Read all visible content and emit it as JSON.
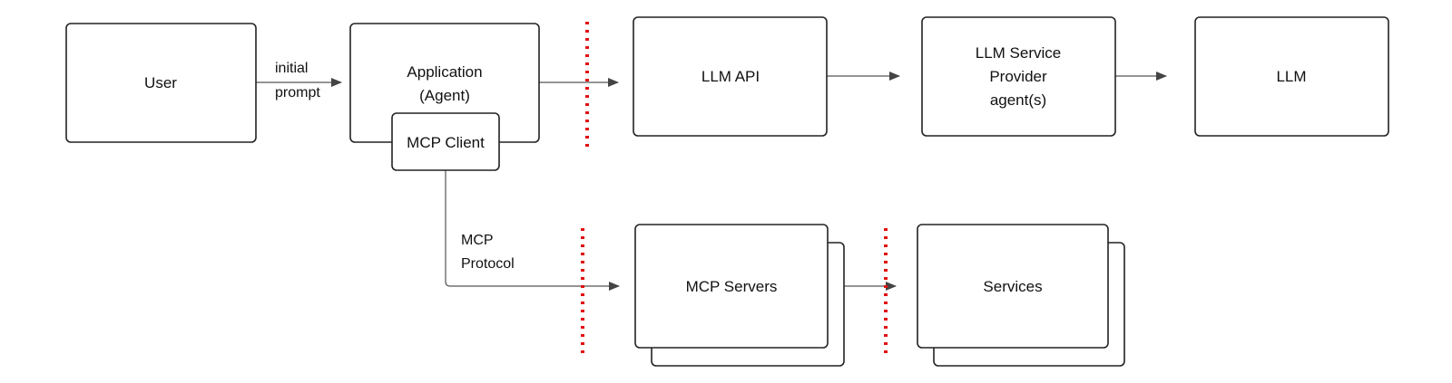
{
  "colors": {
    "box_stroke": "#222222",
    "box_fill": "#ffffff",
    "edge": "#555555",
    "boundary": "#e01010"
  },
  "nodes": {
    "user": "User",
    "application": [
      "Application",
      "(Agent)"
    ],
    "mcp_client": "MCP Client",
    "llm_api": "LLM API",
    "llm_service_provider": [
      "LLM Service",
      "Provider",
      "agent(s)"
    ],
    "llm": "LLM",
    "mcp_servers": "MCP Servers",
    "services": "Services"
  },
  "edges": {
    "user_to_app": [
      "initial",
      "prompt"
    ],
    "client_to_servers": [
      "MCP",
      "Protocol"
    ]
  }
}
